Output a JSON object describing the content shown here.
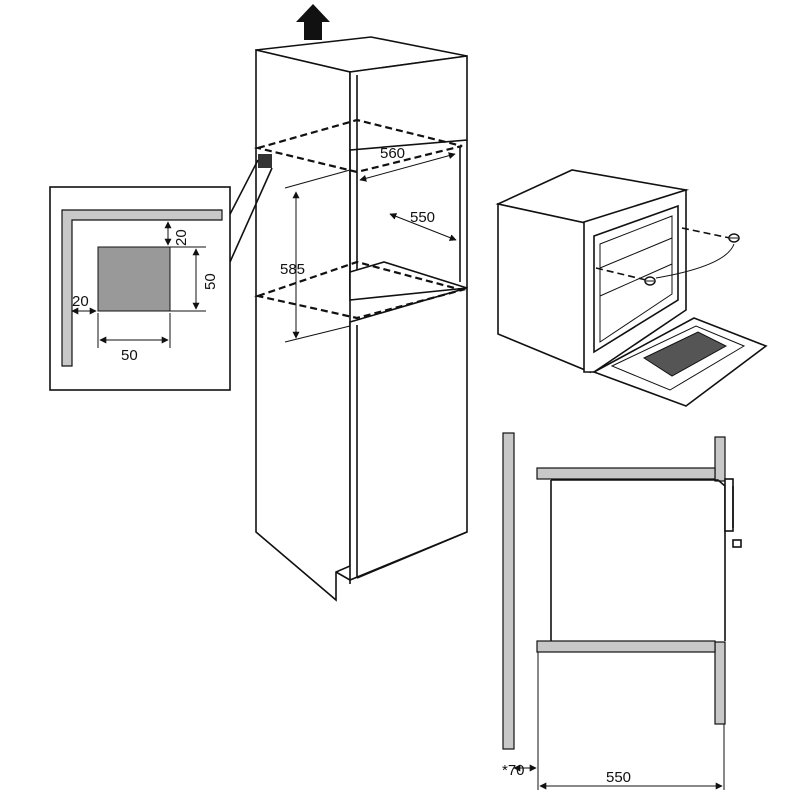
{
  "colors": {
    "line": "#111111",
    "panel_grey": "#c8c8c8",
    "vent_dark": "#555555",
    "background": "#ffffff"
  },
  "icons": [
    "up-arrow-icon",
    "screw-icon"
  ],
  "cabinet": {
    "width_label": "560",
    "depth_label": "550",
    "height_label": "585"
  },
  "vent_detail": {
    "top_offset": "20",
    "height": "50",
    "left_offset": "20",
    "width": "50"
  },
  "side_view": {
    "gap_label": "*70",
    "depth_label": "550"
  }
}
